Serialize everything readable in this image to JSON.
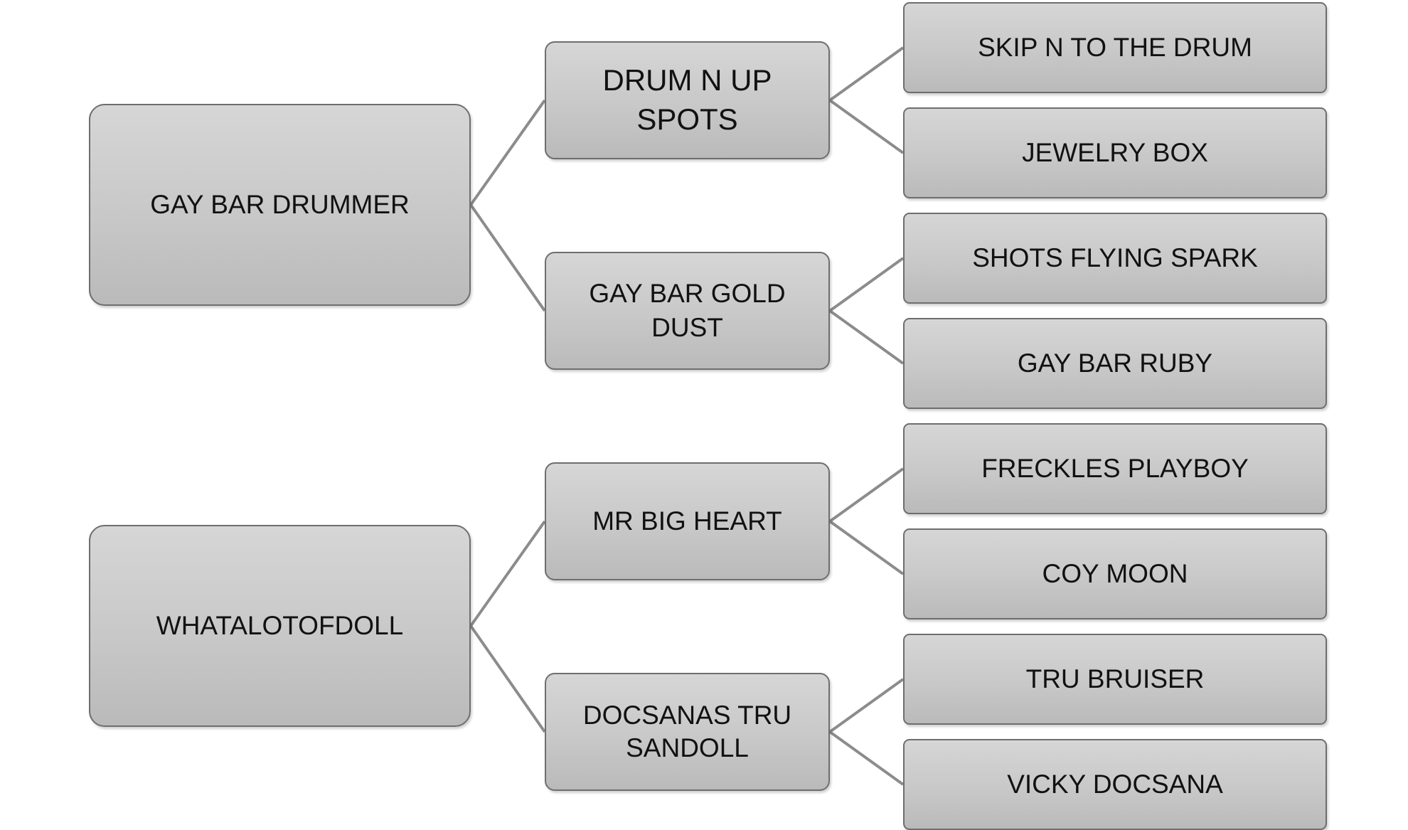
{
  "roots": [
    {
      "label": "GAY BAR DRUMMER",
      "children": [
        {
          "label": "DRUM N UP SPOTS",
          "children": [
            "SKIP N TO THE DRUM",
            "JEWELRY BOX"
          ]
        },
        {
          "label": "GAY BAR GOLD DUST",
          "children": [
            "SHOTS FLYING SPARK",
            "GAY BAR RUBY"
          ]
        }
      ]
    },
    {
      "label": "WHATALOTOFDOLL",
      "children": [
        {
          "label": "MR BIG HEART",
          "children": [
            "FRECKLES PLAYBOY",
            "COY MOON"
          ]
        },
        {
          "label": "DOCSANAS TRU SANDOLL",
          "children": [
            "TRU BRUISER",
            "VICKY DOCSANA"
          ]
        }
      ]
    }
  ],
  "colors": {
    "node_fill_top": "#d6d6d6",
    "node_fill_bottom": "#bababa",
    "node_border": "#6e6e6e",
    "connector": "#8c8c8c",
    "text": "#111111"
  }
}
